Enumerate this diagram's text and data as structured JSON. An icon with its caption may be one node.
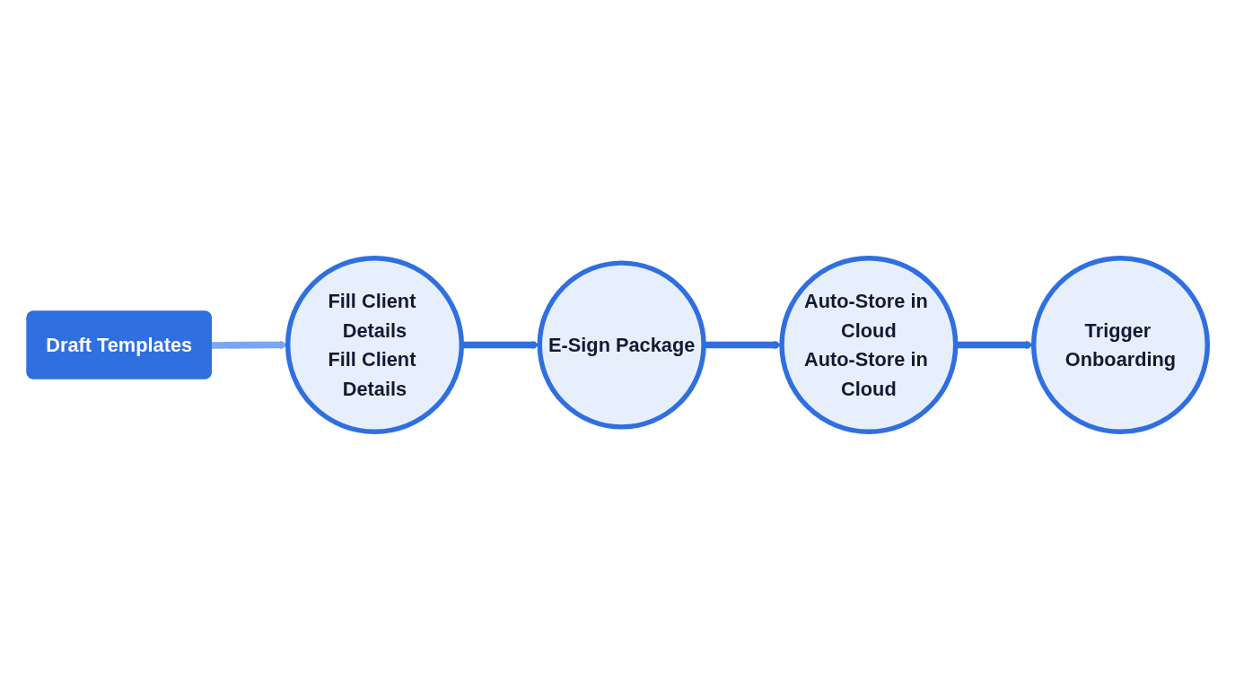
{
  "diagram": {
    "nodes": [
      {
        "text": [
          "Draft Templates"
        ]
      },
      {
        "text": [
          "Fill Client Details",
          "Fill Client Details"
        ]
      },
      {
        "text": [
          "E-Sign Package"
        ]
      },
      {
        "text": [
          "Auto-Store in Cloud",
          "Auto-Store in Cloud"
        ]
      },
      {
        "text": [
          "Trigger Onboarding"
        ]
      }
    ],
    "edges": [
      {
        "from": 0,
        "to": 1,
        "arrow": "to",
        "color": "#7aa5f2"
      },
      {
        "from": 1,
        "to": 2,
        "arrow": "to"
      },
      {
        "from": 2,
        "to": 3,
        "arrow": "to"
      },
      {
        "from": 3,
        "to": 4,
        "arrow": "to"
      }
    ]
  }
}
